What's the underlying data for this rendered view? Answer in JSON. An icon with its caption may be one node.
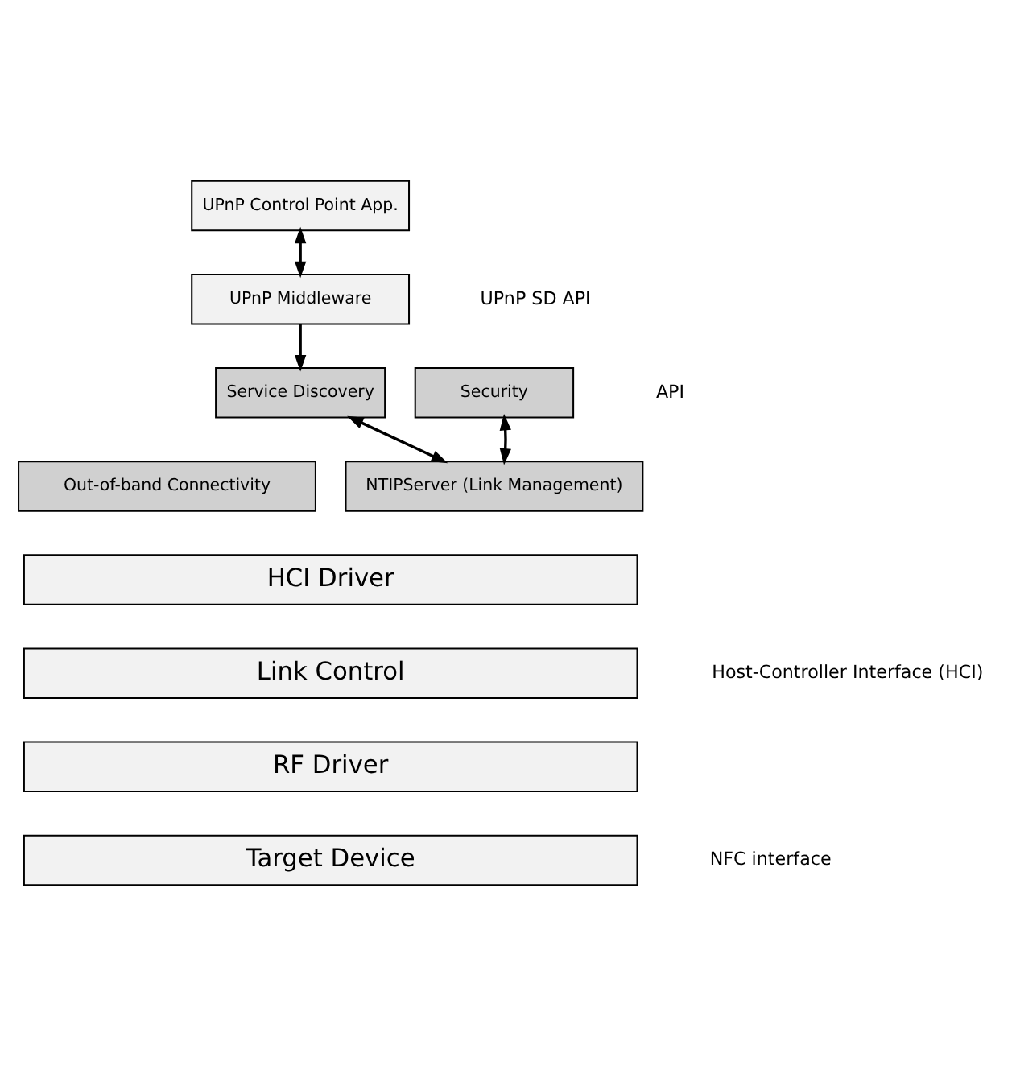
{
  "diagram": {
    "nodes": [
      {
        "text": [
          "UPnP Control Point App."
        ]
      },
      {
        "text": [
          "UPnP Middleware"
        ]
      },
      {
        "text": [
          "Service Discovery"
        ]
      },
      {
        "text": [
          "Security"
        ]
      },
      {
        "text": [
          "NTIPServer (Link Management)"
        ]
      },
      {
        "text": [
          "Out-of-band Connectivity"
        ]
      },
      {
        "text": [
          "HCI Driver"
        ]
      },
      {
        "text": [
          "Link Control"
        ]
      },
      {
        "text": [
          "RF Driver"
        ]
      },
      {
        "text": [
          "Target Device"
        ]
      }
    ],
    "edges": [
      {
        "from": 0,
        "to": 1,
        "arrow": "both"
      },
      {
        "from": 1,
        "to": 2,
        "arrow": "to"
      },
      {
        "from": 2,
        "to": 4,
        "arrow": "both"
      },
      {
        "from": 3,
        "to": 4,
        "arrow": "both"
      }
    ],
    "labels": [
      "UPnP SD API",
      "API",
      "Host-Controller Interface (HCI)",
      "NFC interface"
    ]
  }
}
